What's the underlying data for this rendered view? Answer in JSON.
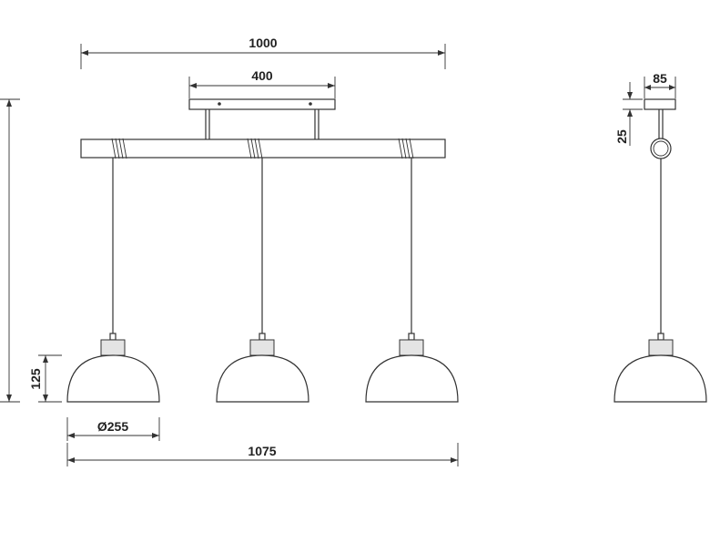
{
  "dimensions": {
    "beam_width": "1000",
    "canopy_width": "400",
    "total_width": "1075",
    "shade_diameter": "Ø255",
    "shade_height": "125",
    "side_canopy_width": "85",
    "side_canopy_height": "25"
  },
  "colors": {
    "line": "#333333",
    "wood": "#e4e4e4",
    "background": "#ffffff"
  }
}
